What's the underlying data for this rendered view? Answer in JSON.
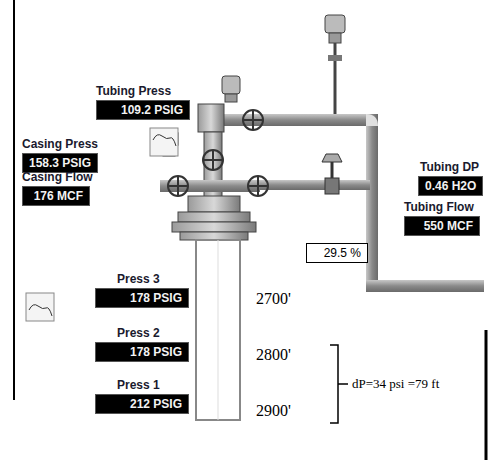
{
  "diagram": {
    "nodes": [
      {
        "text": [
          "Tubing Press",
          "109.2 PSIG"
        ]
      },
      {
        "text": [
          "Casing Press",
          "158.3 PSIG"
        ]
      },
      {
        "text": [
          "Casing Flow",
          "176  MCF"
        ]
      },
      {
        "text": [
          "Tubing DP",
          "0.46 H2O"
        ]
      },
      {
        "text": [
          "Tubing Flow",
          "550  MCF"
        ]
      },
      {
        "text": [
          "29.5 %"
        ]
      },
      {
        "text": [
          "Press 3",
          "178 PSIG"
        ]
      },
      {
        "text": [
          "Press 2",
          "178 PSIG"
        ]
      },
      {
        "text": [
          "Press 1",
          "212 PSIG"
        ]
      }
    ],
    "labels": [
      "2700'",
      "2800'",
      "2900'",
      "dP=34 psi =79 ft"
    ]
  }
}
